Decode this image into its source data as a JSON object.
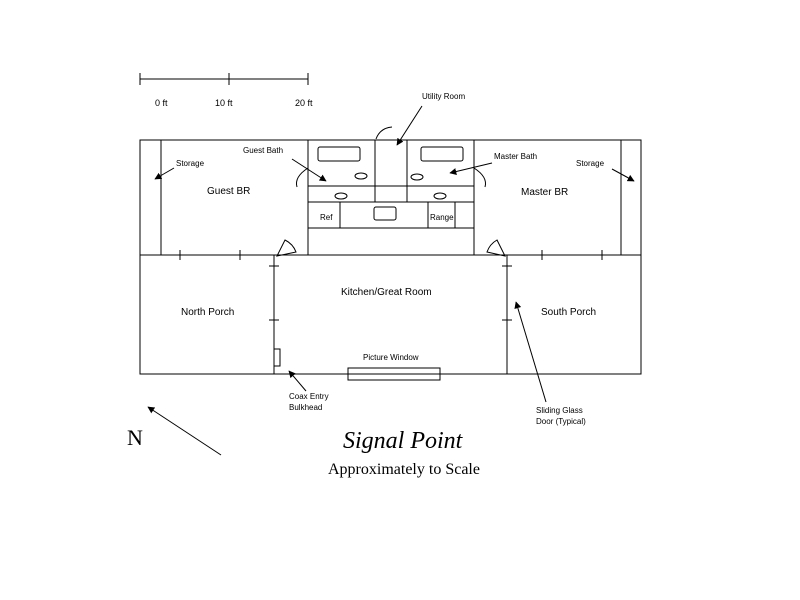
{
  "title": "Signal Point",
  "subtitle": "Approximately to Scale",
  "north_label": "N",
  "scale_bar": {
    "labels": [
      "0 ft",
      "10 ft",
      "20 ft"
    ]
  },
  "rooms": {
    "guest_br": "Guest BR",
    "master_br": "Master BR",
    "north_porch": "North Porch",
    "south_porch": "South Porch",
    "kitchen": "Kitchen/Great Room",
    "ref": "Ref",
    "range": "Range"
  },
  "callouts": {
    "utility_room": "Utility Room",
    "guest_bath": "Guest Bath",
    "master_bath": "Master Bath",
    "storage_left": "Storage",
    "storage_right": "Storage",
    "picture_window": "Picture Window",
    "coax_line1": "Coax Entry",
    "coax_line2": "Bulkhead",
    "sliding_line1": "Sliding Glass",
    "sliding_line2": "Door (Typical)"
  }
}
